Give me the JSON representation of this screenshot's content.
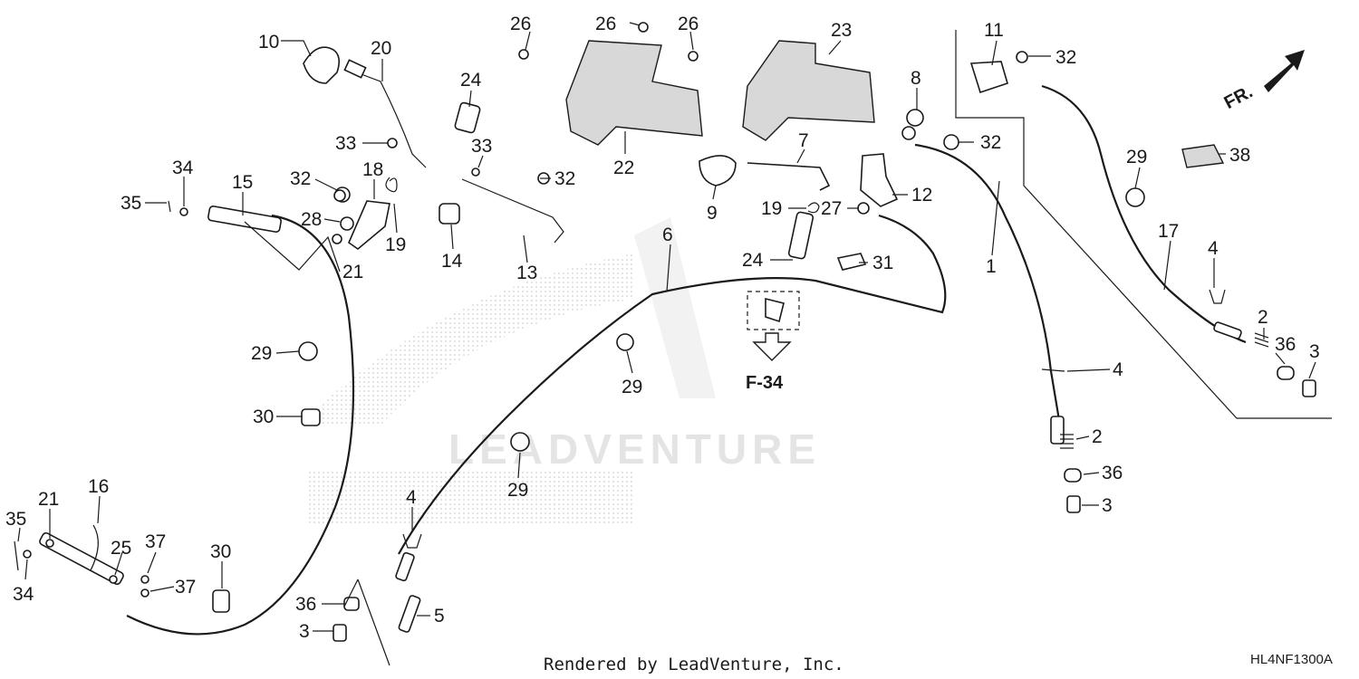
{
  "diagram": {
    "callouts": [
      {
        "id": "c10",
        "text": "10"
      },
      {
        "id": "c20",
        "text": "20"
      },
      {
        "id": "c24a",
        "text": "24"
      },
      {
        "id": "c26a",
        "text": "26"
      },
      {
        "id": "c26b",
        "text": "26"
      },
      {
        "id": "c26c",
        "text": "26"
      },
      {
        "id": "c23",
        "text": "23"
      },
      {
        "id": "c11",
        "text": "11"
      },
      {
        "id": "c32a",
        "text": "32"
      },
      {
        "id": "c8",
        "text": "8"
      },
      {
        "id": "c32b",
        "text": "32"
      },
      {
        "id": "c33a",
        "text": "33"
      },
      {
        "id": "c33b",
        "text": "33"
      },
      {
        "id": "c22",
        "text": "22"
      },
      {
        "id": "c7",
        "text": "7"
      },
      {
        "id": "c34a",
        "text": "34"
      },
      {
        "id": "c15",
        "text": "15"
      },
      {
        "id": "c32c",
        "text": "32"
      },
      {
        "id": "c18",
        "text": "18"
      },
      {
        "id": "c32d",
        "text": "32"
      },
      {
        "id": "c35a",
        "text": "35"
      },
      {
        "id": "c28",
        "text": "28"
      },
      {
        "id": "c19a",
        "text": "19"
      },
      {
        "id": "c9",
        "text": "9"
      },
      {
        "id": "c19b",
        "text": "19"
      },
      {
        "id": "c12",
        "text": "12"
      },
      {
        "id": "c29a",
        "text": "29"
      },
      {
        "id": "c38",
        "text": "38"
      },
      {
        "id": "c27",
        "text": "27"
      },
      {
        "id": "c6",
        "text": "6"
      },
      {
        "id": "c21a",
        "text": "21"
      },
      {
        "id": "c14",
        "text": "14"
      },
      {
        "id": "c13",
        "text": "13"
      },
      {
        "id": "c24b",
        "text": "24"
      },
      {
        "id": "c31",
        "text": "31"
      },
      {
        "id": "c1",
        "text": "1"
      },
      {
        "id": "c17",
        "text": "17"
      },
      {
        "id": "c4a",
        "text": "4"
      },
      {
        "id": "c29b",
        "text": "29"
      },
      {
        "id": "c2a",
        "text": "2"
      },
      {
        "id": "c36a",
        "text": "36"
      },
      {
        "id": "c3a",
        "text": "3"
      },
      {
        "id": "c29c",
        "text": "29"
      },
      {
        "id": "c4b",
        "text": "4"
      },
      {
        "id": "c30a",
        "text": "30"
      },
      {
        "id": "c2b",
        "text": "2"
      },
      {
        "id": "c36b",
        "text": "36"
      },
      {
        "id": "c29d",
        "text": "29"
      },
      {
        "id": "c3b",
        "text": "3"
      },
      {
        "id": "c16",
        "text": "16"
      },
      {
        "id": "c21b",
        "text": "21"
      },
      {
        "id": "c4c",
        "text": "4"
      },
      {
        "id": "c35b",
        "text": "35"
      },
      {
        "id": "c37a",
        "text": "37"
      },
      {
        "id": "c25",
        "text": "25"
      },
      {
        "id": "c30b",
        "text": "30"
      },
      {
        "id": "c34b",
        "text": "34"
      },
      {
        "id": "c37b",
        "text": "37"
      },
      {
        "id": "c36c",
        "text": "36"
      },
      {
        "id": "c5",
        "text": "5"
      },
      {
        "id": "c3c",
        "text": "3"
      }
    ],
    "reference": "F-34",
    "front_marker": "FR.",
    "footer": "Rendered by LeadVenture, Inc.",
    "diagram_code": "HL4NF1300A",
    "watermark": "LEADVENTURE"
  }
}
